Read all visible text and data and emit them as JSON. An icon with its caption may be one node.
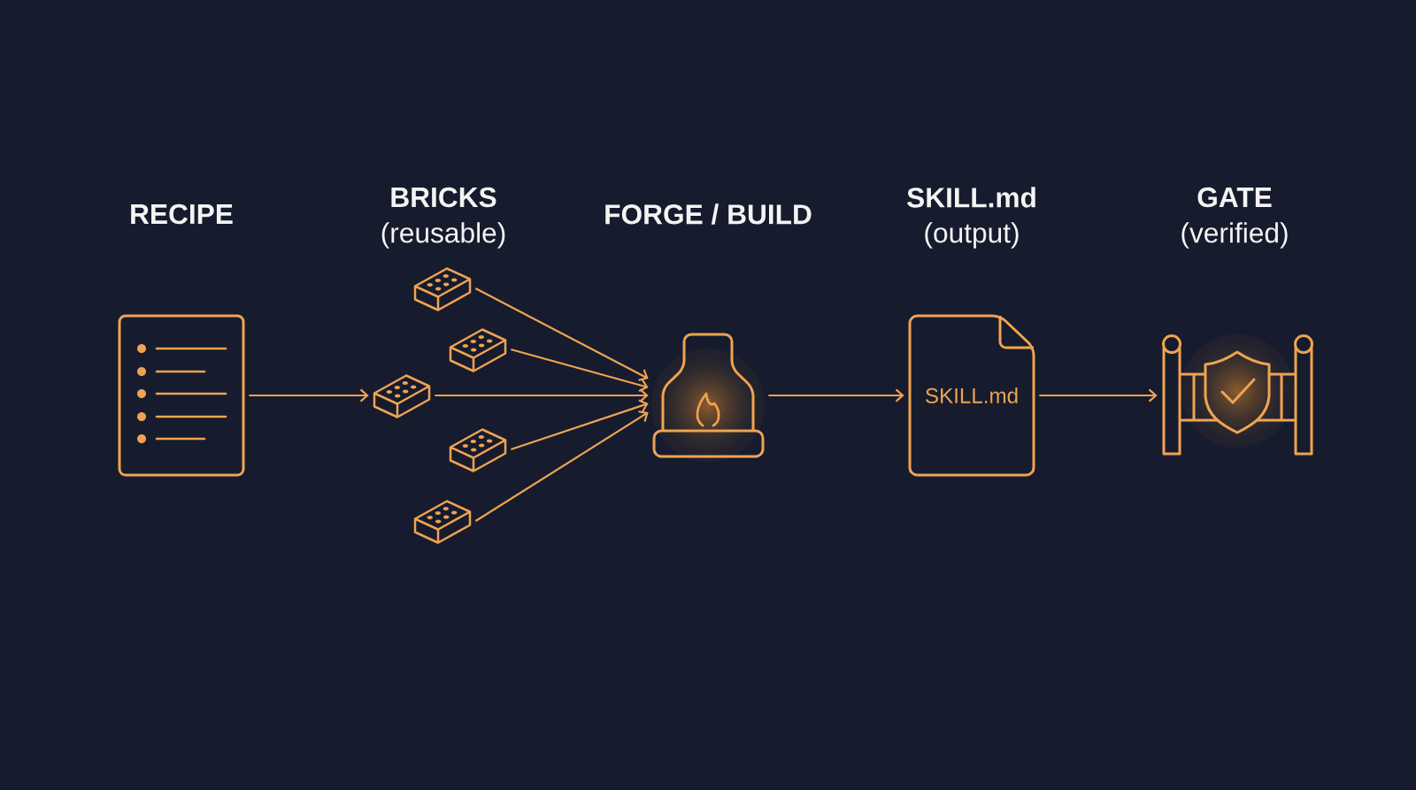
{
  "diagram": {
    "nodes": [
      {
        "text": [
          "RECIPE"
        ]
      },
      {
        "text": [],
        "shape": "picture"
      },
      {
        "text": [],
        "shape": "picture"
      },
      {
        "text": [],
        "shape": "picture"
      },
      {
        "text": [],
        "shape": "picture"
      },
      {
        "text": [],
        "shape": "picture"
      },
      {
        "text": [
          "FORGE / BUILD"
        ]
      },
      {
        "text": [
          "SKILL.md",
          "(output)",
          "SKILL.md"
        ]
      },
      {
        "text": [
          "GATE",
          "(verified)"
        ]
      }
    ],
    "edges": [
      {
        "from": 0,
        "to": 3,
        "arrow": "to"
      },
      {
        "from": 1,
        "to": 6,
        "arrow": "to"
      },
      {
        "from": 2,
        "to": 6,
        "arrow": "to"
      },
      {
        "from": 3,
        "to": 6,
        "arrow": "to"
      },
      {
        "from": 4,
        "to": 6,
        "arrow": "to"
      },
      {
        "from": 5,
        "to": 6,
        "arrow": "to"
      },
      {
        "from": 6,
        "to": 7,
        "arrow": "to"
      },
      {
        "from": 7,
        "to": 8,
        "arrow": "to"
      }
    ],
    "labels": [
      "BRICKS",
      "(reusable)"
    ]
  }
}
